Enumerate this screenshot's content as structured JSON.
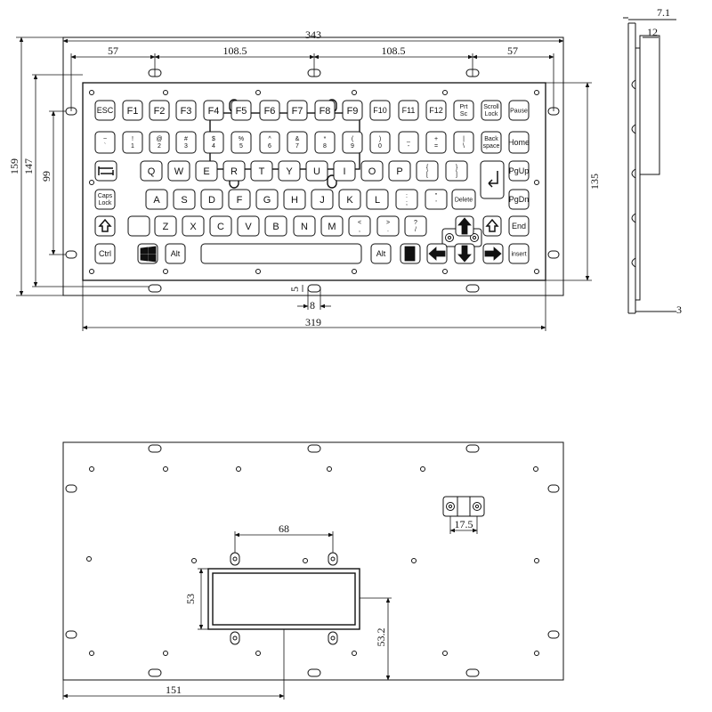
{
  "keyboard": {
    "rows": [
      [
        {
          "id": "esc",
          "label": "ESC"
        },
        {
          "id": "f1",
          "label": "F1"
        },
        {
          "id": "f2",
          "label": "F2"
        },
        {
          "id": "f3",
          "label": "F3"
        },
        {
          "id": "f4",
          "label": "F4"
        },
        {
          "id": "f5",
          "label": "F5"
        },
        {
          "id": "f6",
          "label": "F6"
        },
        {
          "id": "f7",
          "label": "F7"
        },
        {
          "id": "f8",
          "label": "F8"
        },
        {
          "id": "f9",
          "label": "F9"
        },
        {
          "id": "f10",
          "label": "F10"
        },
        {
          "id": "f11",
          "label": "F11"
        },
        {
          "id": "f12",
          "label": "F12"
        },
        {
          "id": "prtsc",
          "label": "Prt\nSc"
        },
        {
          "id": "scrolllock",
          "label": "Scroll\nLock"
        },
        {
          "id": "pause",
          "label": "Pause"
        }
      ],
      [
        {
          "id": "tilde",
          "label": "~\n`"
        },
        {
          "id": "1",
          "label": "!\n1"
        },
        {
          "id": "2",
          "label": "@\n2"
        },
        {
          "id": "3",
          "label": "#\n3"
        },
        {
          "id": "4",
          "label": "$\n4"
        },
        {
          "id": "5",
          "label": "%\n5"
        },
        {
          "id": "6",
          "label": "^\n6"
        },
        {
          "id": "7",
          "label": "&\n7"
        },
        {
          "id": "8",
          "label": "*\n8"
        },
        {
          "id": "9",
          "label": "(\n9"
        },
        {
          "id": "0",
          "label": ")\n0"
        },
        {
          "id": "minus",
          "label": "_\n-"
        },
        {
          "id": "equal",
          "label": "+\n="
        },
        {
          "id": "backslash",
          "label": "|\n\\"
        },
        {
          "id": "backspace",
          "label": "Back\nspace"
        },
        {
          "id": "home",
          "label": "Home"
        }
      ],
      [
        {
          "id": "tab",
          "label": "",
          "icon": "tab-arrows-icon"
        },
        {
          "id": "q",
          "label": "Q"
        },
        {
          "id": "w",
          "label": "W"
        },
        {
          "id": "e",
          "label": "E"
        },
        {
          "id": "r",
          "label": "R"
        },
        {
          "id": "t",
          "label": "T"
        },
        {
          "id": "y",
          "label": "Y"
        },
        {
          "id": "u",
          "label": "U"
        },
        {
          "id": "i",
          "label": "I"
        },
        {
          "id": "o",
          "label": "O"
        },
        {
          "id": "p",
          "label": "P"
        },
        {
          "id": "lbrace",
          "label": "{\n["
        },
        {
          "id": "rbrace",
          "label": "}\n]"
        },
        {
          "id": "pgup",
          "label": "PgUp"
        }
      ],
      [
        {
          "id": "capslock",
          "label": "Caps\nLock"
        },
        {
          "id": "a",
          "label": "A"
        },
        {
          "id": "s",
          "label": "S"
        },
        {
          "id": "d",
          "label": "D"
        },
        {
          "id": "f",
          "label": "F"
        },
        {
          "id": "g",
          "label": "G"
        },
        {
          "id": "h",
          "label": "H"
        },
        {
          "id": "j",
          "label": "J"
        },
        {
          "id": "k",
          "label": "K"
        },
        {
          "id": "l",
          "label": "L"
        },
        {
          "id": "colon",
          "label": ":\n;"
        },
        {
          "id": "quote",
          "label": "\"\n'"
        },
        {
          "id": "delete",
          "label": "Delete"
        },
        {
          "id": "enter",
          "label": "",
          "icon": "enter-arrow-icon"
        },
        {
          "id": "pgdn",
          "label": "PgDn"
        }
      ],
      [
        {
          "id": "lshift",
          "label": "",
          "icon": "shift-arrow-icon"
        },
        {
          "id": "blank",
          "label": ""
        },
        {
          "id": "z",
          "label": "Z"
        },
        {
          "id": "x",
          "label": "X"
        },
        {
          "id": "c",
          "label": "C"
        },
        {
          "id": "v",
          "label": "V"
        },
        {
          "id": "b",
          "label": "B"
        },
        {
          "id": "n",
          "label": "N"
        },
        {
          "id": "m",
          "label": "M"
        },
        {
          "id": "comma",
          "label": "<\n,"
        },
        {
          "id": "period",
          "label": ">\n."
        },
        {
          "id": "slash",
          "label": "?\n/"
        },
        {
          "id": "up",
          "label": "",
          "icon": "arrow-up-icon"
        },
        {
          "id": "rshift",
          "label": "",
          "icon": "shift-arrow-icon"
        },
        {
          "id": "end",
          "label": "End"
        }
      ],
      [
        {
          "id": "ctrl",
          "label": "Ctrl"
        },
        {
          "id": "win",
          "label": "",
          "icon": "windows-logo-icon"
        },
        {
          "id": "lalt",
          "label": "Alt"
        },
        {
          "id": "space",
          "label": ""
        },
        {
          "id": "ralt",
          "label": "Alt"
        },
        {
          "id": "menu",
          "label": "",
          "icon": "menu-key-icon"
        },
        {
          "id": "left",
          "label": "",
          "icon": "arrow-left-icon"
        },
        {
          "id": "down",
          "label": "",
          "icon": "arrow-down-icon"
        },
        {
          "id": "right",
          "label": "",
          "icon": "arrow-right-icon"
        },
        {
          "id": "insert",
          "label": "insert"
        }
      ]
    ]
  },
  "dimensions": {
    "top": {
      "overall_width": "343",
      "seg_left": "57",
      "seg_mid_left": "108.5",
      "seg_mid_right": "108.5",
      "seg_right": "57",
      "overall_height": "159",
      "panel_height": "147",
      "hole_span": "99",
      "key_area_height": "135",
      "slot_height": "5",
      "slot_width": "8",
      "panel_width": "319"
    },
    "side": {
      "total_depth": "7.1",
      "body_depth": "12",
      "plate_thickness": "3"
    },
    "back": {
      "stud_spacing": "68",
      "cutout_height": "53",
      "cutout_offset_y": "53.2",
      "cutout_offset_x": "151",
      "connector_spacing": "17.5"
    }
  }
}
